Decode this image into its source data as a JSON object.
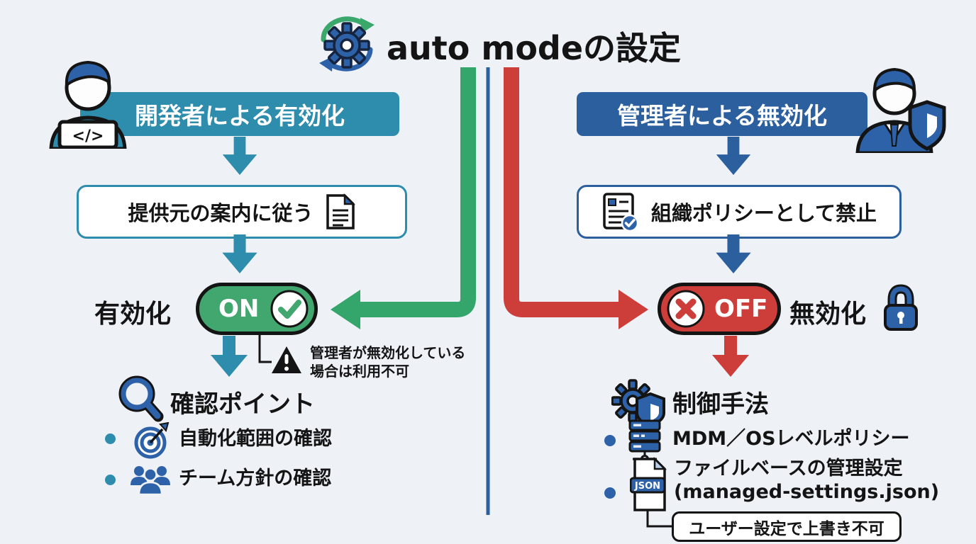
{
  "colors": {
    "background": "#eef2f7",
    "teal": "#2e8cad",
    "dark_blue": "#2c5f9e",
    "accent_blue": "#2d62a8",
    "green_line": "#34a56b",
    "green_toggle": "#42a76f",
    "red": "#cd3e3b",
    "ink": "#141414"
  },
  "title": {
    "text": "auto modeの設定",
    "icon": "sync-gear-icon"
  },
  "left_flow": {
    "header": "開発者による有効化",
    "persona_icon": "developer-icon",
    "laptop_code": "</>",
    "step_box": "提供元の案内に従う",
    "step_icon": "document-icon",
    "state_label": "有効化",
    "toggle_label": "ON",
    "toggle_icon": "check-circle-icon",
    "warning": {
      "icon": "warning-triangle-icon",
      "line1": "管理者が無効化している",
      "line2": "場合は利用不可"
    },
    "section": {
      "icon": "magnifier-icon",
      "heading": "確認ポイント",
      "bullets": [
        {
          "icon": "target-icon",
          "label": "自動化範囲の確認"
        },
        {
          "icon": "team-icon",
          "label": "チーム方針の確認"
        }
      ]
    }
  },
  "right_flow": {
    "header": "管理者による無効化",
    "persona_icon": "admin-shield-icon",
    "step_box": "組織ポリシーとして禁止",
    "step_icon": "policy-check-icon",
    "toggle_label": "OFF",
    "toggle_icon": "x-circle-icon",
    "state_label": "無効化",
    "state_icon": "lock-icon",
    "section": {
      "icon": "gear-shield-icon",
      "heading": "制御手法",
      "bullets": [
        {
          "icon": "server-icon",
          "label": "MDM／OSレベルポリシー"
        },
        {
          "icon": "json-file-icon",
          "label_line1": "ファイルベースの管理設定",
          "label_line2": "(managed-settings.json)",
          "badge": "JSON"
        }
      ]
    },
    "note": "ユーザー設定で上書き不可"
  }
}
